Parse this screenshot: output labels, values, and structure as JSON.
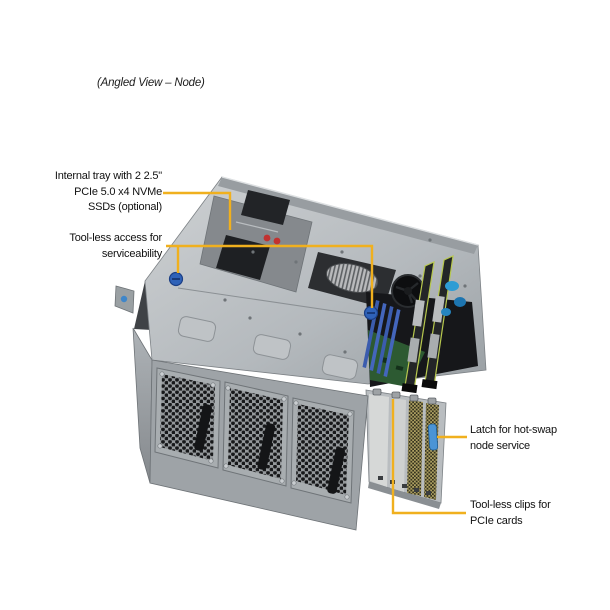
{
  "view_label": "(Angled View – Node)",
  "callouts": [
    {
      "id": "internal-tray",
      "lines": [
        "Internal tray with 2 2.5\"",
        "PCIe 5.0 x4 NVMe",
        "SSDs (optional)"
      ]
    },
    {
      "id": "toolless-access",
      "lines": [
        "Tool-less access for",
        "serviceability"
      ]
    },
    {
      "id": "hotswap-latch",
      "lines": [
        "Latch for hot-swap",
        "node service"
      ]
    },
    {
      "id": "toolless-clips",
      "lines": [
        "Tool-less clips for",
        "PCIe cards"
      ]
    }
  ],
  "colors": {
    "callout_line": "#F0B01E",
    "latch_blue": "#4A94D6",
    "thumbscrew_blue": "#2F62B8",
    "chassis_gray": "#B6BBBF",
    "fan_grille_dark": "#1B1C1E",
    "pcb_green": "#2D5A32",
    "dimm_slot_blue": "#3B5CAE",
    "riser_edge": "#B7C84E",
    "sticker_red": "#C23230"
  },
  "illustration": {
    "subject": "server-node-angled-view",
    "fan_count": "3",
    "pcie_bracket_count": "4"
  }
}
